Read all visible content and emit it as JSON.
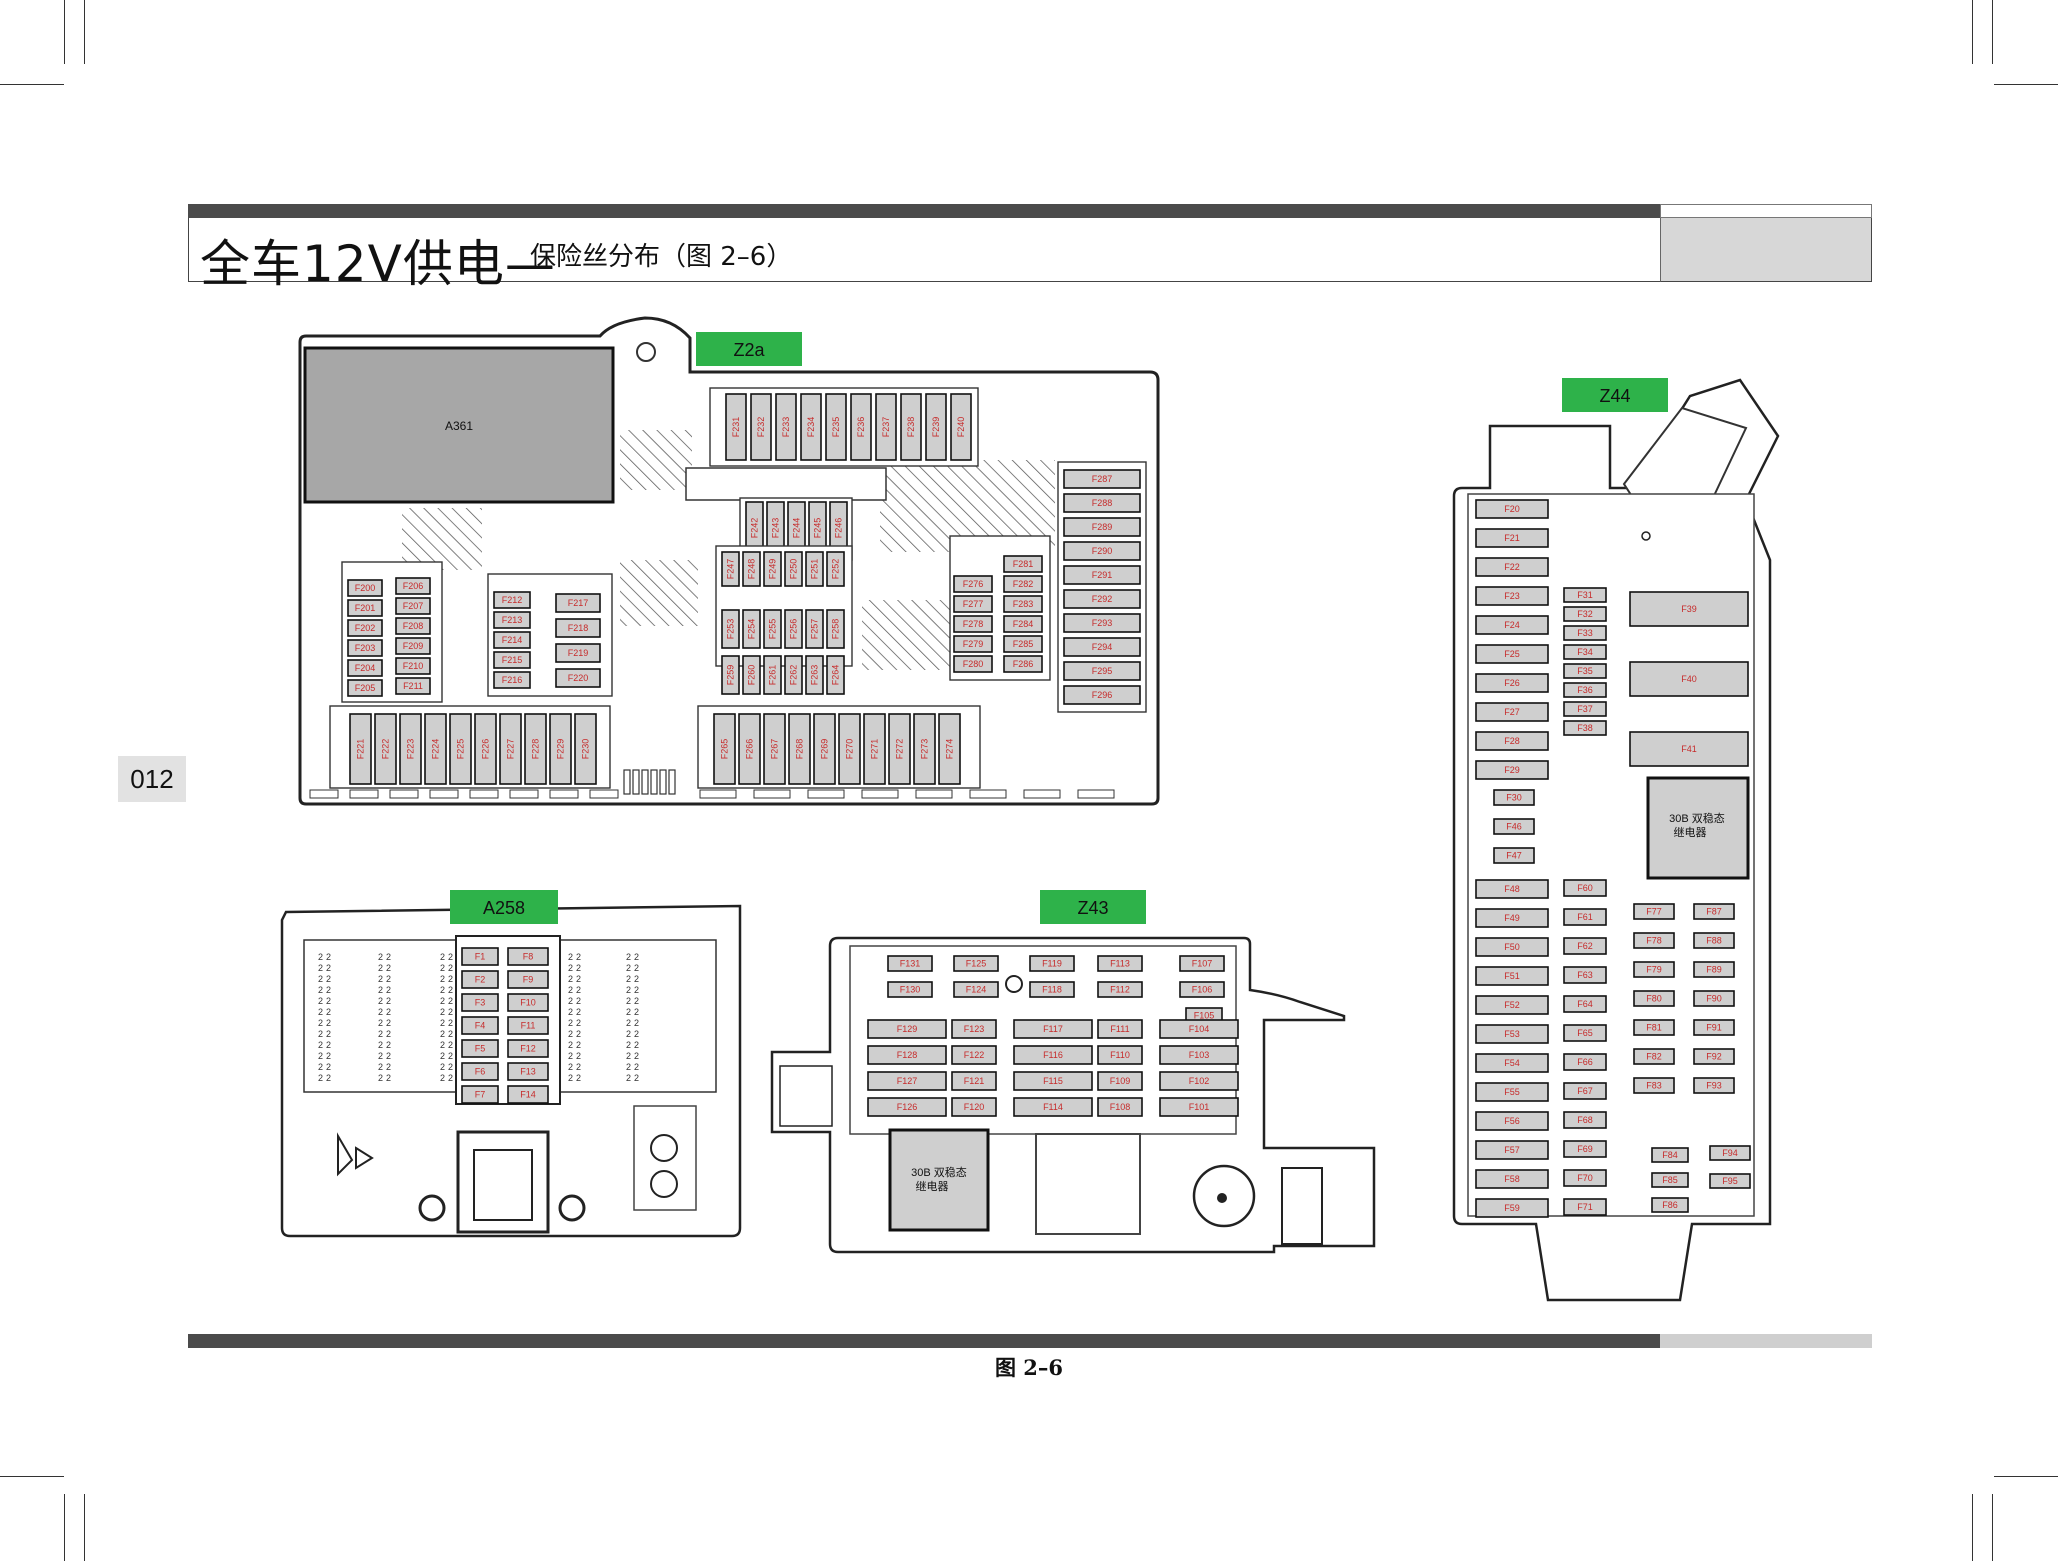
{
  "header": {
    "title": "全车12V供电",
    "dash": "—",
    "subtitle": "保险丝分布（图 2–6）"
  },
  "page_number": "012",
  "caption": "图 2–6",
  "colors": {
    "tag_green": "#2eb24a",
    "fuse_fill": "#cfcfcf",
    "fuse_text": "#c62b2b",
    "relay_fill": "#cfcfcf"
  },
  "boxes": {
    "z2a": {
      "tag": "Z2a",
      "module": "A361",
      "fuses": {
        "top_vertical": [
          "F231",
          "F232",
          "F233",
          "F234",
          "F235",
          "F236",
          "F237",
          "F238",
          "F239",
          "F240"
        ],
        "mid_top_vertical": [
          "F242",
          "F243",
          "F244",
          "F245",
          "F246"
        ],
        "mid_grid_row1": [
          "F247",
          "F248",
          "F249",
          "F250",
          "F251",
          "F252"
        ],
        "mid_grid_row2": [
          "F253",
          "F254",
          "F255",
          "F256",
          "F257",
          "F258"
        ],
        "mid_grid_row3": [
          "F259",
          "F260",
          "F261",
          "F262",
          "F263",
          "F264"
        ],
        "left_col_a": [
          "F200",
          "F201",
          "F202",
          "F203",
          "F204",
          "F205"
        ],
        "left_col_b": [
          "F206",
          "F207",
          "F208",
          "F209",
          "F210",
          "F211"
        ],
        "center_col_a": [
          "F212",
          "F213",
          "F214",
          "F215",
          "F216"
        ],
        "center_col_b": [
          "F217",
          "F218",
          "F219",
          "F220"
        ],
        "right_col_a": [
          "F276",
          "F277",
          "F278",
          "F279",
          "F280"
        ],
        "right_col_b": [
          "F281",
          "F282",
          "F283",
          "F284",
          "F285",
          "F286"
        ],
        "far_right": [
          "F287",
          "F288",
          "F289",
          "F290",
          "F291",
          "F292",
          "F293",
          "F294",
          "F295",
          "F296"
        ],
        "bottom_left": [
          "F221",
          "F222",
          "F223",
          "F224",
          "F225",
          "F226",
          "F227",
          "F228",
          "F229",
          "F230"
        ],
        "bottom_right": [
          "F265",
          "F266",
          "F267",
          "F268",
          "F269",
          "F270",
          "F271",
          "F272",
          "F273",
          "F274"
        ]
      }
    },
    "a258": {
      "tag": "A258",
      "fuses_left": [
        "F1",
        "F2",
        "F3",
        "F4",
        "F5",
        "F6",
        "F7"
      ],
      "fuses_right": [
        "F8",
        "F9",
        "F10",
        "F11",
        "F12",
        "F13",
        "F14"
      ]
    },
    "z43": {
      "tag": "Z43",
      "row_a": [
        "F131",
        "F125",
        "F119",
        "F113",
        "F107"
      ],
      "row_b": [
        "F130",
        "F124",
        "F118",
        "F112",
        "F106"
      ],
      "single": "F105",
      "col1": [
        "F129",
        "F128",
        "F127",
        "F126"
      ],
      "col2": [
        "F123",
        "F122",
        "F121",
        "F120"
      ],
      "col3": [
        "F117",
        "F116",
        "F115",
        "F114"
      ],
      "col4": [
        "F111",
        "F110",
        "F109",
        "F108"
      ],
      "col5": [
        "F104",
        "F103",
        "F102",
        "F101"
      ],
      "relay": "30B 双稳态\n继电器"
    },
    "z44": {
      "tag": "Z44",
      "left_top": [
        "F20",
        "F21",
        "F22",
        "F23",
        "F24",
        "F25",
        "F26",
        "F27",
        "F28",
        "F29"
      ],
      "left_small": [
        "F30",
        "F46",
        "F47"
      ],
      "left_bottom": [
        "F48",
        "F49",
        "F50",
        "F51",
        "F52",
        "F53",
        "F54",
        "F55",
        "F56",
        "F57",
        "F58",
        "F59"
      ],
      "mid_top": [
        "F31",
        "F32",
        "F33",
        "F34",
        "F35",
        "F36",
        "F37",
        "F38"
      ],
      "mid_bottom": [
        "F60",
        "F61",
        "F62",
        "F63",
        "F64",
        "F65",
        "F66",
        "F67",
        "F68",
        "F69",
        "F70",
        "F71"
      ],
      "big": [
        "F39",
        "F40",
        "F41"
      ],
      "relay": "30B 双稳态\n继电器",
      "grid_a": [
        "F77",
        "F78",
        "F79",
        "F80",
        "F81",
        "F82",
        "F83"
      ],
      "grid_b": [
        "F87",
        "F88",
        "F89",
        "F90",
        "F91",
        "F92",
        "F93"
      ],
      "low_a": [
        "F84",
        "F85",
        "F86"
      ],
      "low_b": [
        "F94",
        "F95"
      ]
    }
  }
}
